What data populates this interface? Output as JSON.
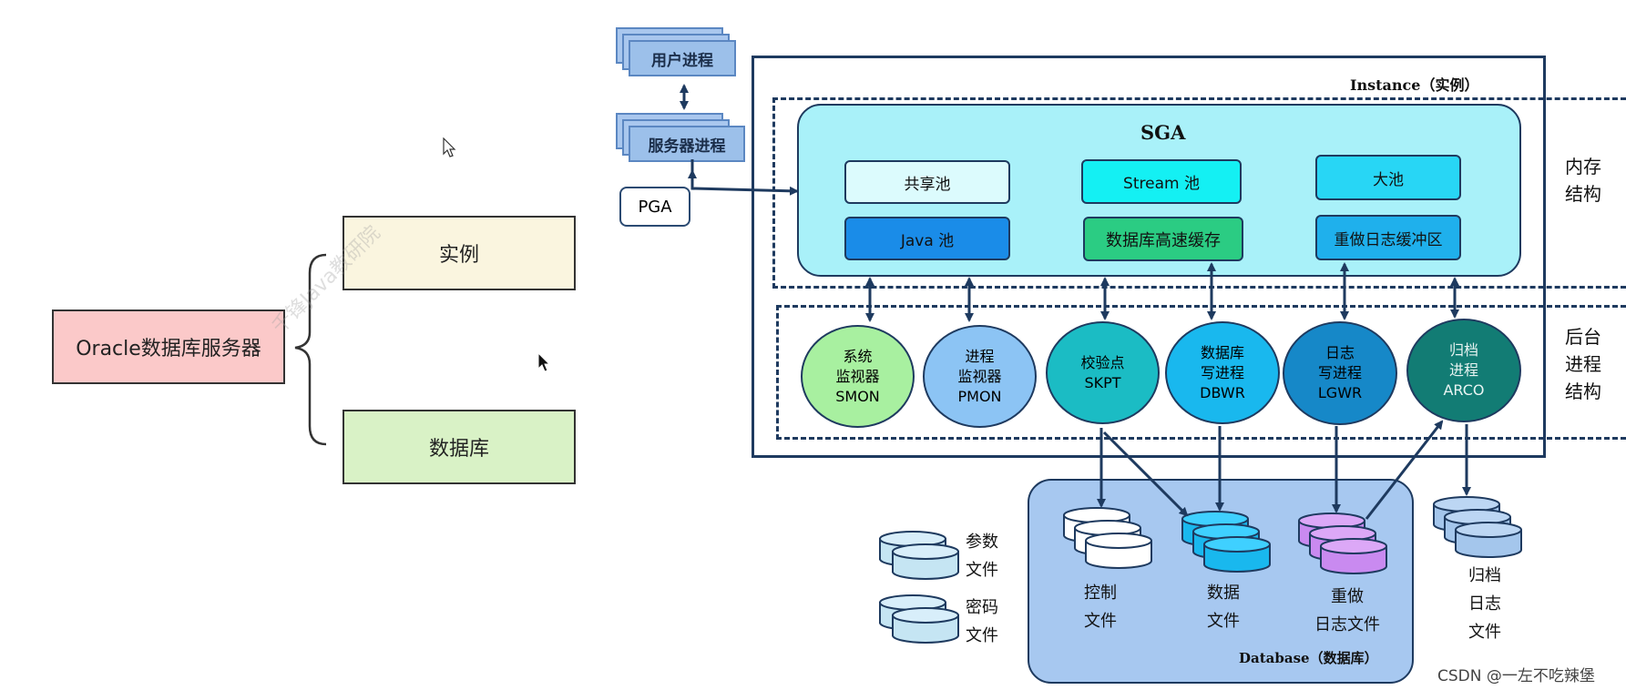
{
  "left": {
    "server": "Oracle数据库服务器",
    "instance": "实例",
    "database": "数据库",
    "watermark": "千锋Java教研院"
  },
  "diagram": {
    "user_process": "用户进程",
    "server_process": "服务器进程",
    "pga": "PGA",
    "instance_title": "Instance（实例）",
    "sga": "SGA",
    "pools": {
      "shared": "共享池",
      "java": "Java 池",
      "stream": "Stream 池",
      "buffer_cache": "数据库高速缓存",
      "large": "大池",
      "redo_buffer": "重做日志缓冲区"
    },
    "memory_label": [
      "内存",
      "结构"
    ],
    "bg_label": [
      "后台",
      "进程",
      "结构"
    ],
    "processes": [
      {
        "lines": [
          "系统",
          "监视器",
          "SMON"
        ],
        "color": "#a8f0a0"
      },
      {
        "lines": [
          "进程",
          "监视器",
          "PMON"
        ],
        "color": "#8cc4f4"
      },
      {
        "lines": [
          "校验点",
          "SKPT"
        ],
        "color": "#1bbcc4"
      },
      {
        "lines": [
          "数据库",
          "写进程",
          "DBWR"
        ],
        "color": "#19b8ee"
      },
      {
        "lines": [
          "日志",
          "写进程",
          "LGWR"
        ],
        "color": "#1688c8"
      },
      {
        "lines": [
          "归档",
          "进程",
          "ARCO"
        ],
        "color": "#127c74"
      }
    ],
    "files": {
      "param": [
        "参数",
        "文件"
      ],
      "password": [
        "密码",
        "文件"
      ],
      "control": [
        "控制",
        "文件"
      ],
      "data": [
        "数据",
        "文件"
      ],
      "redo": [
        "重做",
        "日志文件"
      ],
      "archive": [
        "归档",
        "日志",
        "文件"
      ]
    },
    "database_title": "Database（数据库）",
    "credit": "CSDN @一左不吃辣堡"
  }
}
